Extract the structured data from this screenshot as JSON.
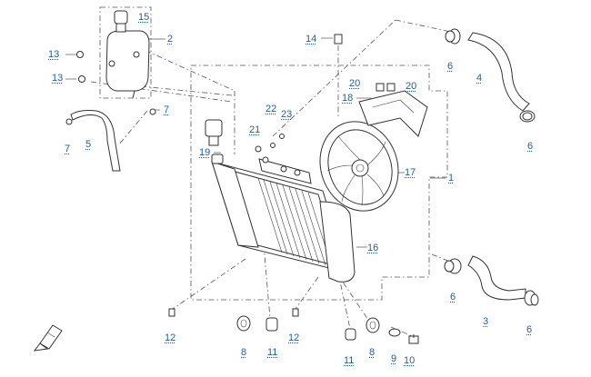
{
  "callouts": {
    "c1": "1",
    "c2": "2",
    "c3": "3",
    "c4": "4",
    "c5": "5",
    "c6a": "6",
    "c6b": "6",
    "c6c": "6",
    "c6d": "6",
    "c7a": "7",
    "c7b": "7",
    "c8a": "8",
    "c8b": "8",
    "c9": "9",
    "c10": "10",
    "c11a": "11",
    "c11b": "11",
    "c12a": "12",
    "c12b": "12",
    "c13a": "13",
    "c13b": "13",
    "c14": "14",
    "c15": "15",
    "c16": "16",
    "c17": "17",
    "c18": "18",
    "c19": "19",
    "c20a": "20",
    "c20b": "20",
    "c21": "21",
    "c22": "22",
    "c23": "23"
  },
  "colors": {
    "label": "#1f5fa8",
    "line": "#333333",
    "background": "#ffffff"
  },
  "icons": {
    "orientation": "front-arrow-icon"
  }
}
